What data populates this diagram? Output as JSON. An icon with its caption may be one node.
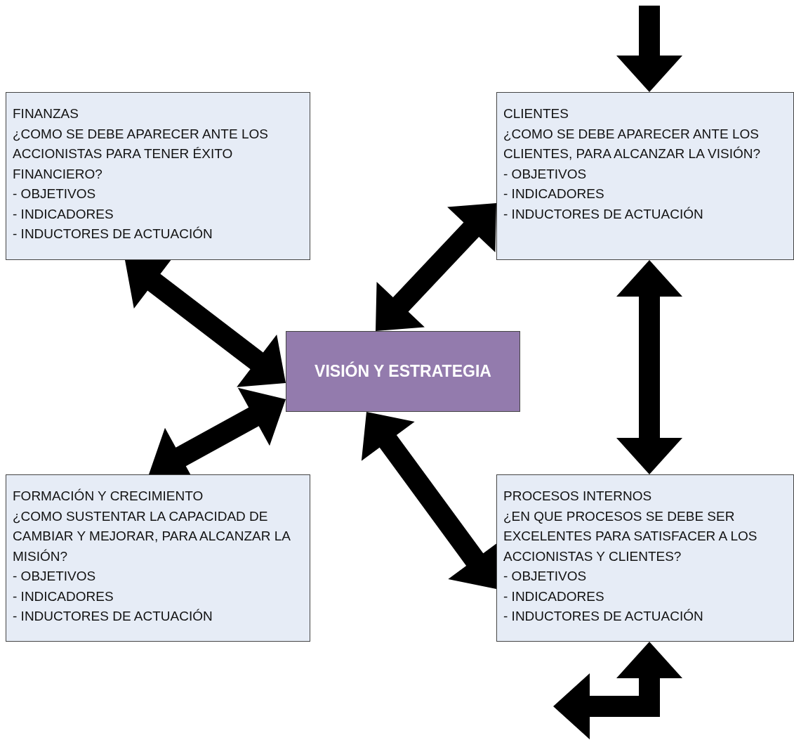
{
  "diagram": {
    "nodes": [
      {
        "text": [
          "FINANZAS",
          "¿COMO SE DEBE APARECER ANTE LOS ACCIONISTAS PARA TENER ÉXITO FINANCIERO?",
          "- OBJETIVOS",
          "- INDICADORES",
          "- INDUCTORES DE ACTUACIÓN"
        ]
      },
      {
        "text": [
          "CLIENTES",
          "¿COMO SE DEBE APARECER ANTE LOS CLIENTES, PARA ALCANZAR LA VISIÓN?",
          "- OBJETIVOS",
          "- INDICADORES",
          "- INDUCTORES DE ACTUACIÓN"
        ]
      },
      {
        "text": [
          "VISIÓN Y ESTRATEGIA"
        ]
      },
      {
        "text": [
          "FORMACIÓN Y CRECIMIENTO",
          "¿COMO SUSTENTAR LA CAPACIDAD DE CAMBIAR Y MEJORAR, PARA ALCANZAR LA MISIÓN?",
          "- OBJETIVOS",
          "- INDICADORES",
          "- INDUCTORES DE ACTUACIÓN"
        ]
      },
      {
        "text": [
          "PROCESOS INTERNOS",
          "¿EN QUE PROCESOS SE DEBE SER EXCELENTES PARA SATISFACER A LOS ACCIONISTAS Y CLIENTES?",
          "- OBJETIVOS",
          "- INDICADORES",
          "- INDUCTORES DE ACTUACIÓN"
        ]
      }
    ],
    "edges": [
      {
        "from": null,
        "to": 1,
        "arrow": "to",
        "style": "thick"
      },
      {
        "from": 0,
        "to": 2,
        "arrow": "both",
        "style": "thick"
      },
      {
        "from": 1,
        "to": 2,
        "arrow": "both",
        "style": "thick"
      },
      {
        "from": 2,
        "to": 3,
        "arrow": "both",
        "style": "thick"
      },
      {
        "from": 1,
        "to": 4,
        "arrow": "both",
        "style": "thick"
      },
      {
        "from": 2,
        "to": 4,
        "arrow": "both",
        "style": "thick"
      },
      {
        "from": 4,
        "to": null,
        "arrow": "both",
        "style": "thick"
      }
    ]
  }
}
